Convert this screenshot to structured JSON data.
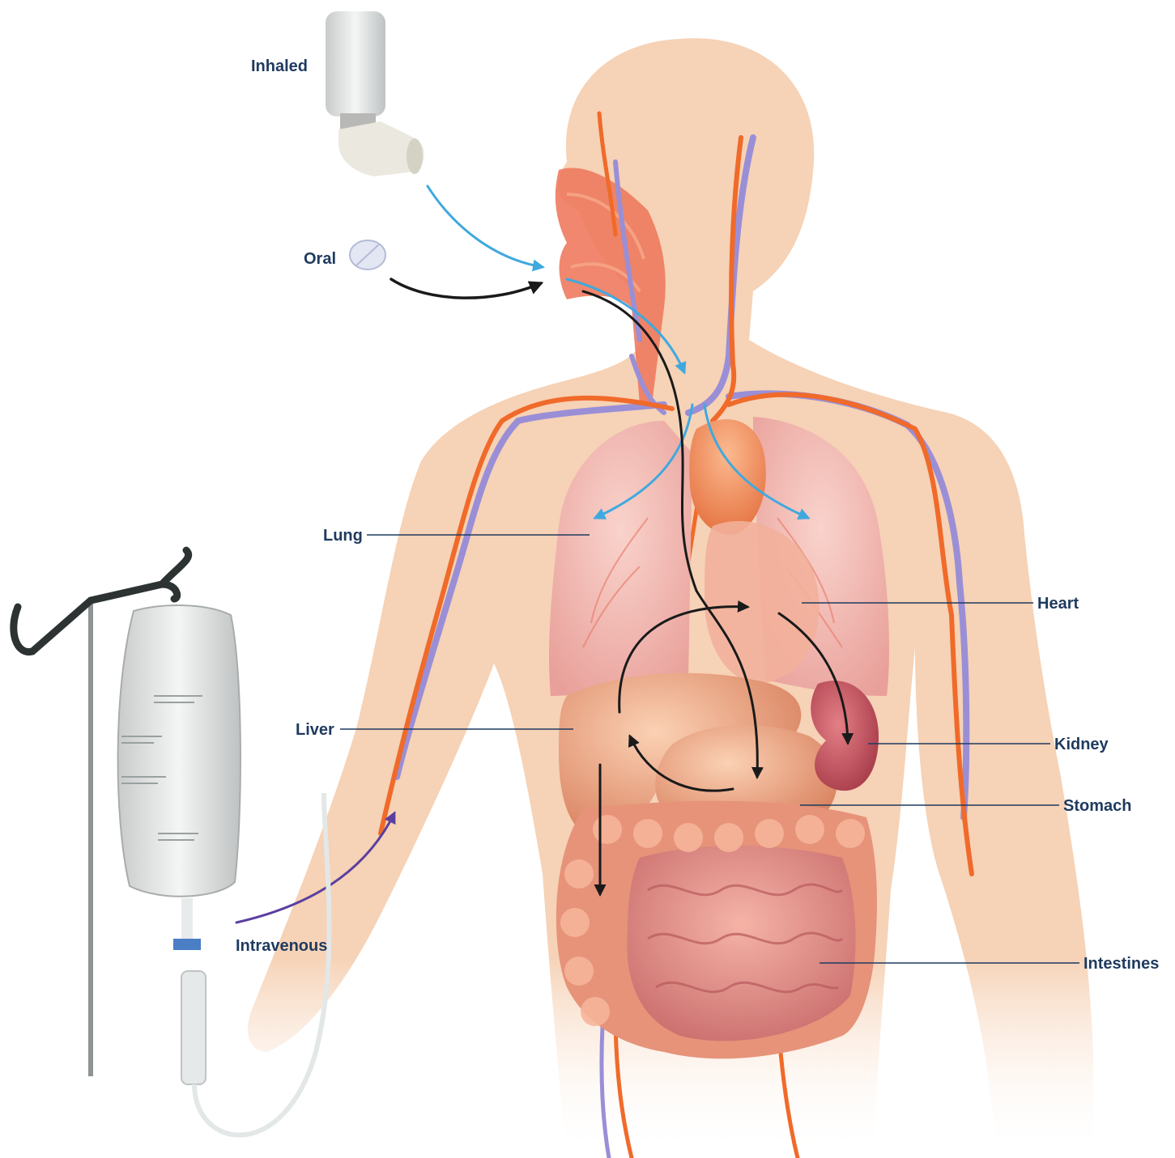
{
  "labels": {
    "inhaled": "Inhaled",
    "oral": "Oral",
    "intravenous": "Intravenous",
    "lung": "Lung",
    "liver": "Liver",
    "heart": "Heart",
    "kidney": "Kidney",
    "stomach": "Stomach",
    "intestines": "Intestines"
  },
  "colors": {
    "label_text": "#1f3a5f",
    "skin": "#f6d2b6",
    "artery": "#f06a2a",
    "vein": "#9a8fd6",
    "lung": "#f2b0a8",
    "organ": "#e88a6a",
    "intestine": "#d9797a",
    "kidney": "#c9545e",
    "inhaled_arrow": "#3fa9df",
    "oral_arrow": "#1a1a1a",
    "iv_arrow": "#5b3fa0"
  },
  "icons": [
    "inhaler-icon",
    "pill-icon",
    "iv-bag-icon",
    "iv-pole-icon"
  ]
}
